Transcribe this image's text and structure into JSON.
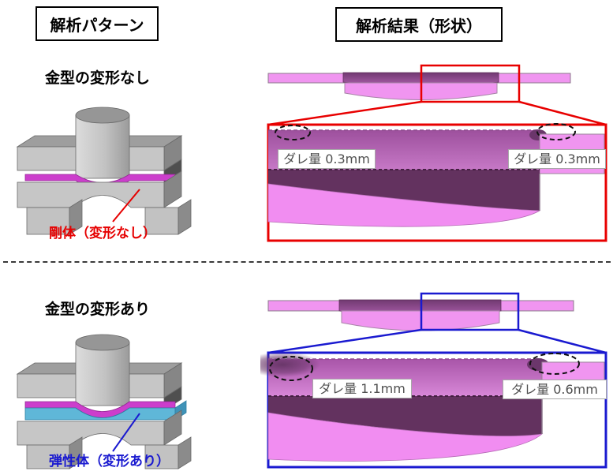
{
  "header": {
    "pattern_title": "解析パターン",
    "result_title": "解析結果（形状）"
  },
  "sections": [
    {
      "heading": "金型の変形なし",
      "mold_label": "剛体（変形なし）",
      "sag_left": "ダレ量 0.3mm",
      "sag_right": "ダレ量 0.3mm",
      "accent_color": "#e80000"
    },
    {
      "heading": "金型の変形あり",
      "mold_label": "弾性体（変形あり）",
      "sag_left": "ダレ量 1.1mm",
      "sag_right": "ダレ量 0.6mm",
      "accent_color": "#1a1ad0"
    }
  ],
  "colors": {
    "red_accent": "#e80000",
    "blue_accent": "#1a1ad0",
    "rigid_label_red": "#e60000",
    "part_pink": "#f095f0",
    "detail_light_pink": "#f18df1",
    "bowl_dark_purple": "#63325f",
    "band_medium_purple": "#b263b2",
    "mold_resin_magenta": "#cc3ecc",
    "elastic_cyan": "#5fb7d8",
    "mold_gray": "#c6c6c6"
  }
}
